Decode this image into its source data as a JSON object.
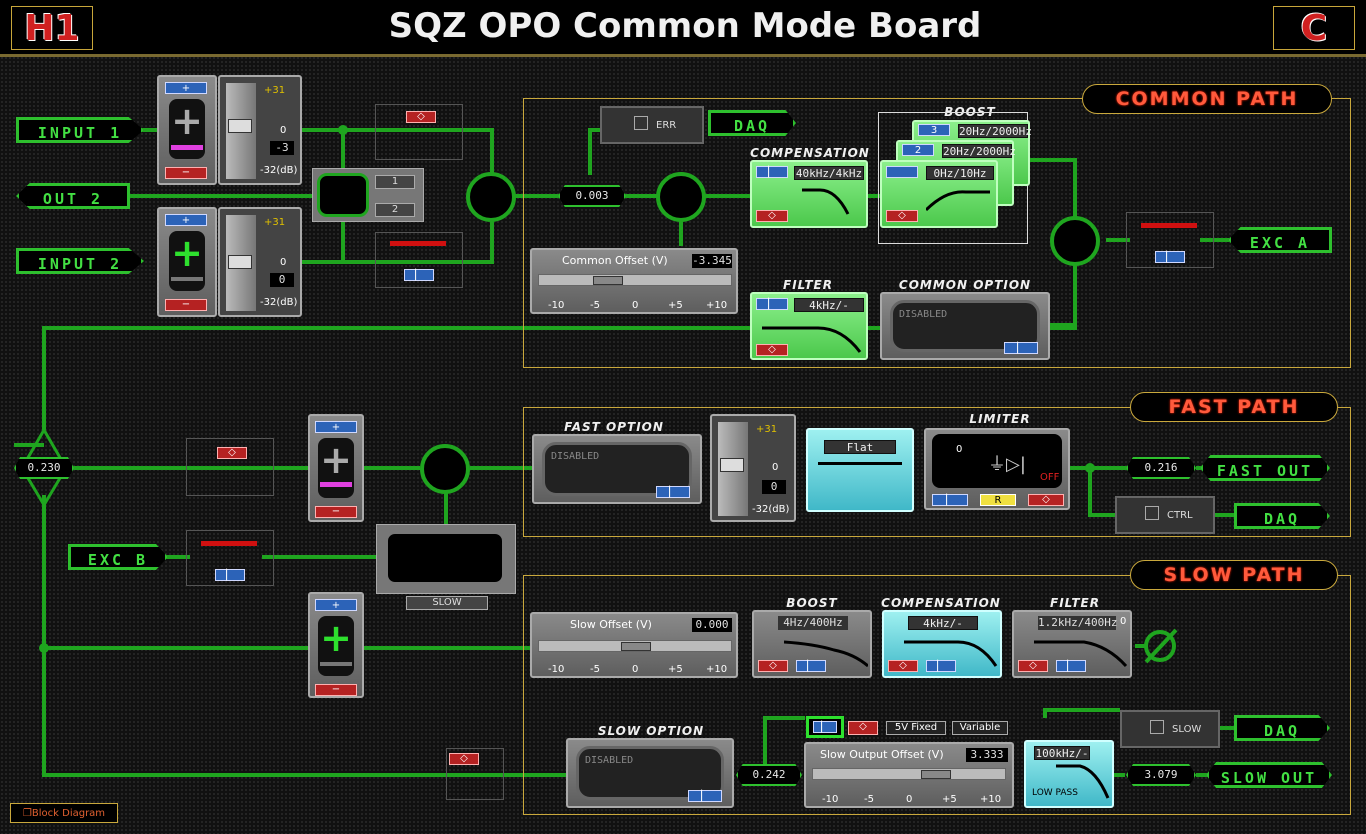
{
  "header": {
    "title": "SQZ OPO Common Mode Board",
    "left_badge": "H1",
    "right_badge": "C"
  },
  "sections": {
    "common": "COMMON PATH",
    "fast": "FAST PATH",
    "slow": "SLOW PATH"
  },
  "ports": {
    "input1": "INPUT 1",
    "out2": "OUT 2",
    "input2": "INPUT 2",
    "exc_a": "EXC A",
    "exc_b": "EXC B",
    "daq": "DAQ",
    "fast_out": "FAST OUT",
    "slow_out": "SLOW OUT"
  },
  "gain": {
    "max": "+31",
    "zero": "0",
    "min": "-32(dB)",
    "input1_value": "-3",
    "input2_value": "0",
    "fast_value": "0"
  },
  "switch_buttons": {
    "one": "1",
    "two": "2"
  },
  "common": {
    "err": "ERR",
    "readback": "0.003",
    "offset_label": "Common Offset (V)",
    "offset_value": "-3.345",
    "scale": [
      "-10",
      "-5",
      "0",
      "+5",
      "+10"
    ],
    "compensation_title": "COMPENSATION",
    "compensation_value": "40kHz/4kHz",
    "boost_title": "BOOST",
    "boost_stages": [
      {
        "num": "3",
        "value": "20Hz/2000Hz"
      },
      {
        "num": "2",
        "value": "20Hz/2000Hz"
      },
      {
        "num": "",
        "value": "0Hz/10Hz"
      }
    ],
    "filter_title": "FILTER",
    "filter_value": "4kHz/-",
    "option_title": "COMMON OPTION",
    "option_state": "DISABLED"
  },
  "fast": {
    "readback_left": "0.230",
    "option_title": "FAST OPTION",
    "option_state": "DISABLED",
    "flat": "Flat",
    "limiter_title": "LIMITER",
    "limiter_zero": "0",
    "limiter_off": "OFF",
    "limiter_r": "R",
    "readback_out": "0.216",
    "ctrl": "CTRL"
  },
  "slow": {
    "slow_label": "SLOW",
    "offset_label": "Slow Offset (V)",
    "offset_value": "0.000",
    "scale": [
      "-10",
      "-5",
      "0",
      "+5",
      "+10"
    ],
    "boost_title": "BOOST",
    "boost_value": "4Hz/400Hz",
    "compensation_title": "COMPENSATION",
    "compensation_value": "4kHz/-",
    "filter_title": "FILTER",
    "filter_value": "1.2kHz/400Hz",
    "filter_zero": "0",
    "option_title": "SLOW OPTION",
    "option_state": "DISABLED",
    "fixed": "5V Fixed",
    "variable": "Variable",
    "out_offset_label": "Slow Output Offset (V)",
    "out_offset_value": "3.333",
    "lowpass_value": "100kHz/-",
    "lowpass_label": "LOW PASS",
    "readback_mid": "0.242",
    "readback_out": "3.079",
    "slow_daq": "SLOW"
  },
  "footer": {
    "block_diagram": "Block Diagram"
  },
  "colors": {
    "wire": "#1fa51f",
    "frame": "#c9a83c",
    "title_red": "#ff5a3c"
  }
}
